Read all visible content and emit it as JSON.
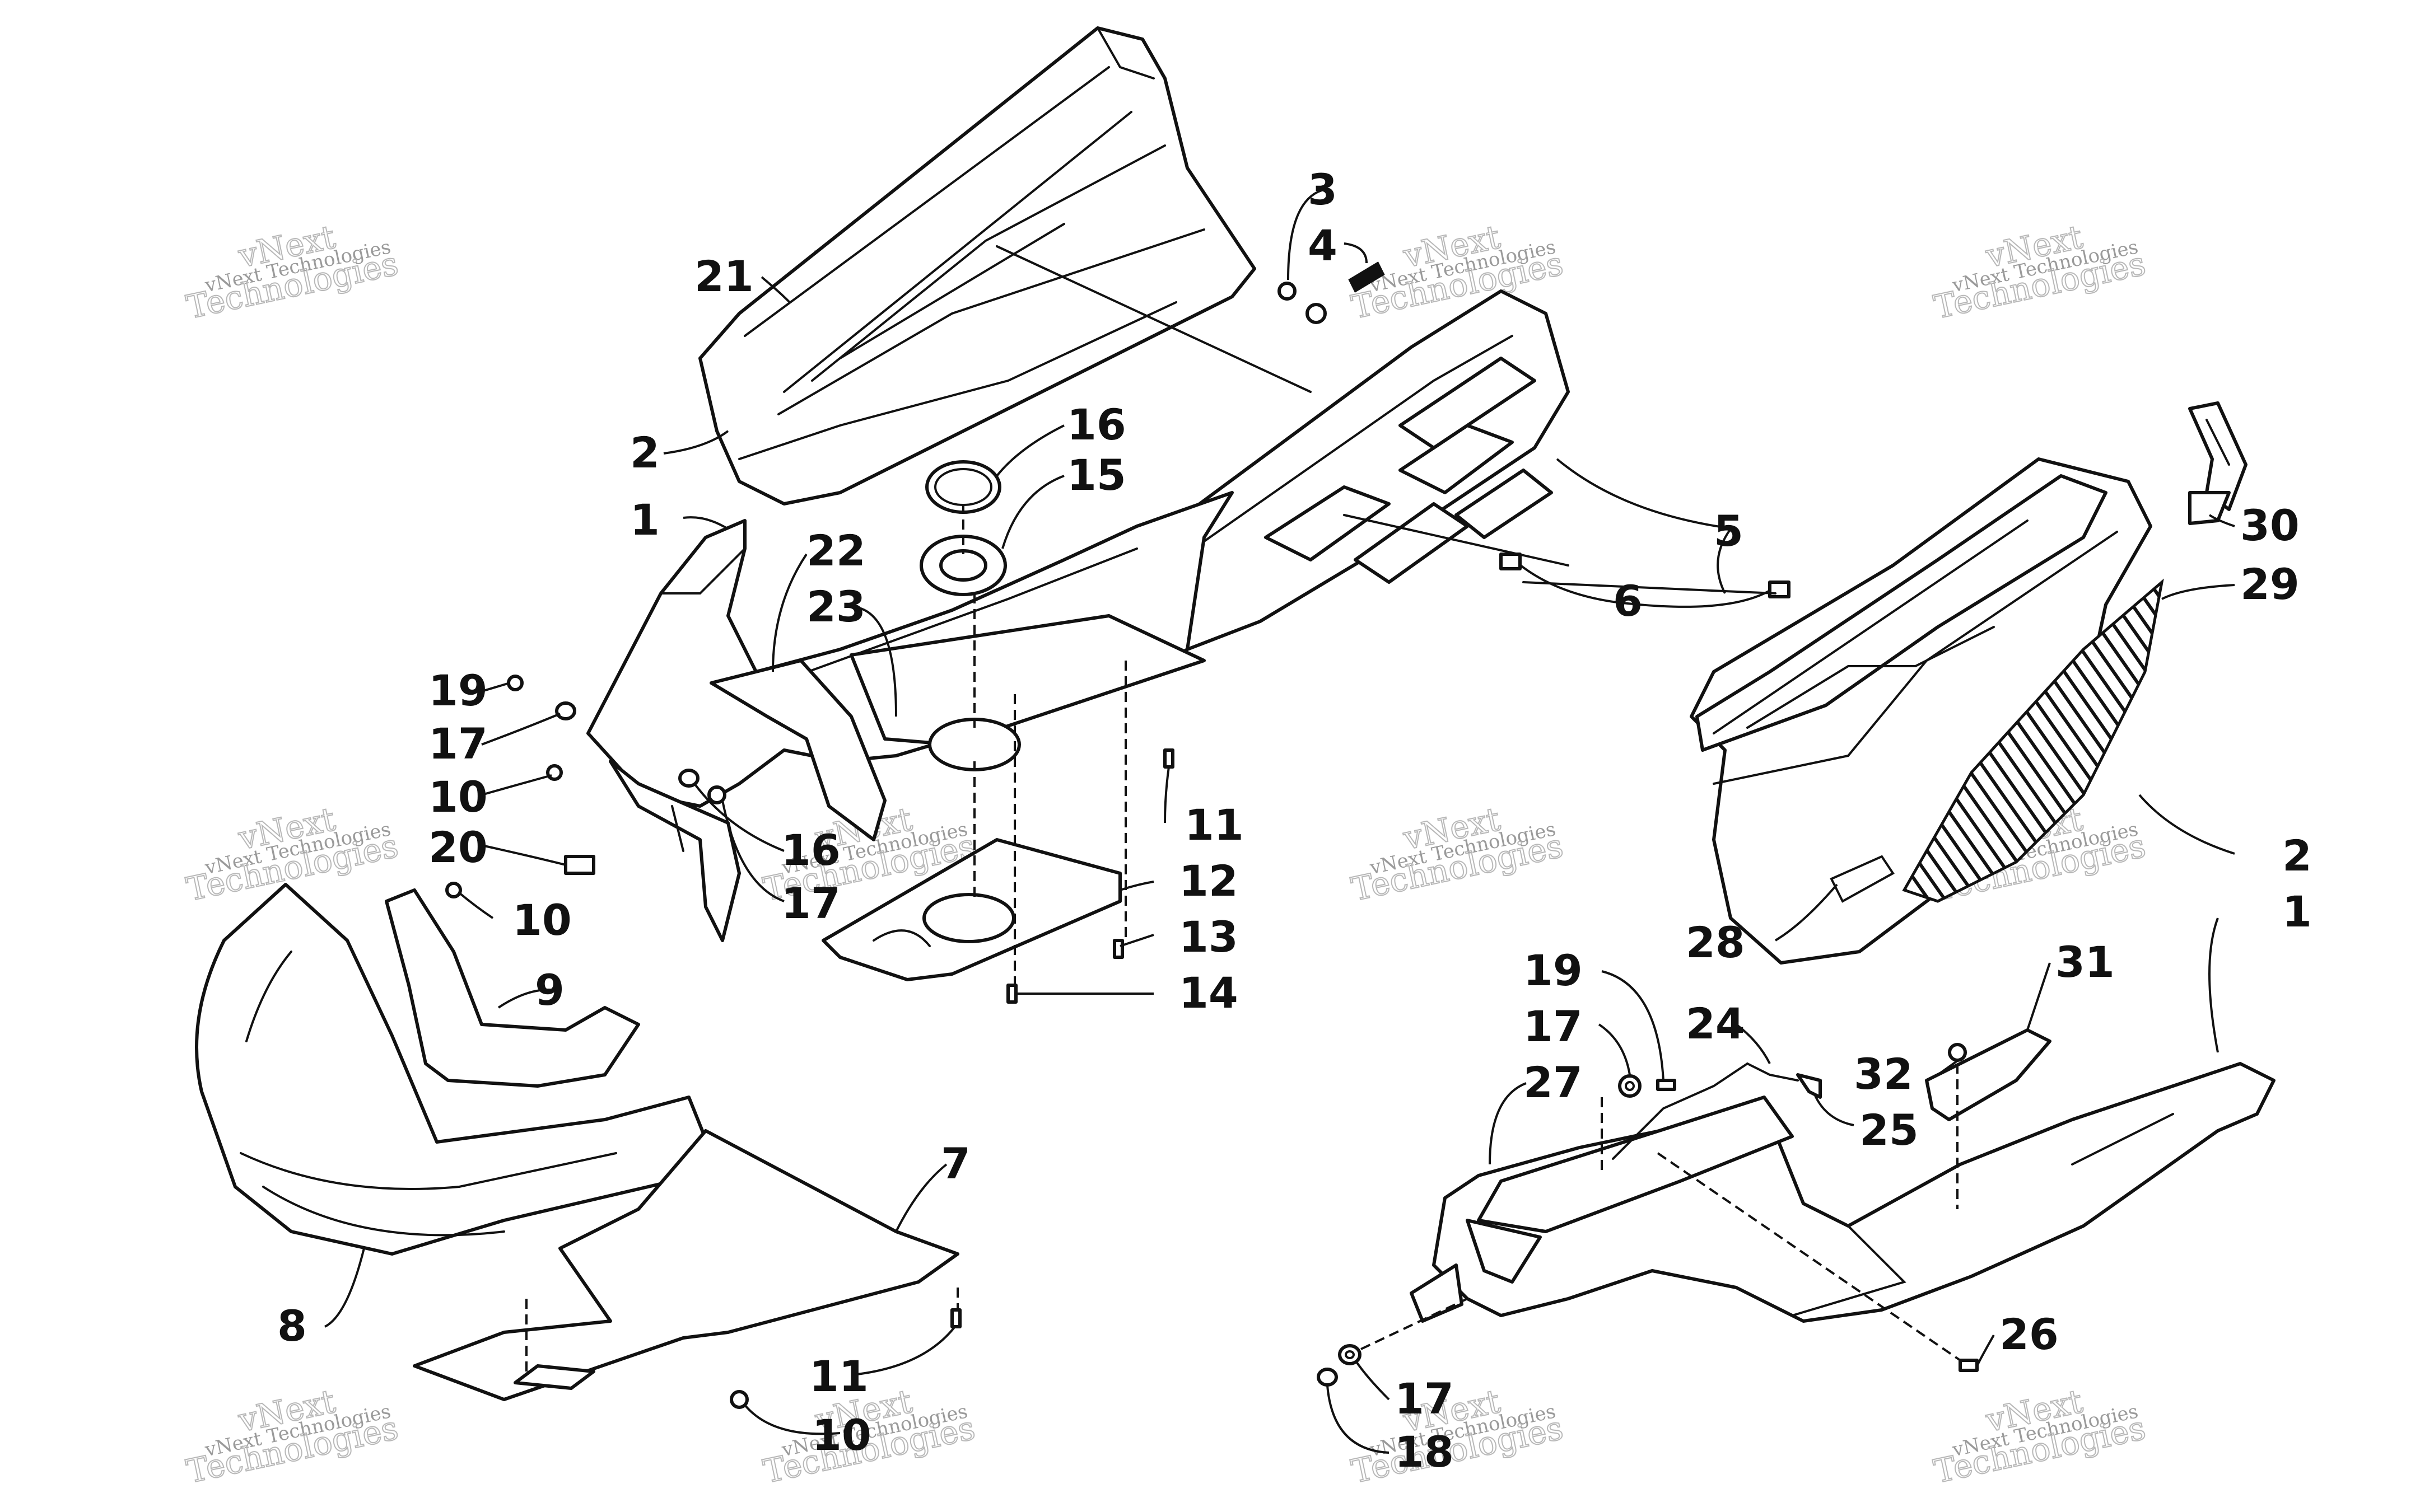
{
  "callouts": [
    {
      "id": "c1a",
      "label": "1"
    },
    {
      "id": "c1b",
      "label": "1"
    },
    {
      "id": "c2a",
      "label": "2"
    },
    {
      "id": "c2b",
      "label": "2"
    },
    {
      "id": "c3",
      "label": "3"
    },
    {
      "id": "c4",
      "label": "4"
    },
    {
      "id": "c5",
      "label": "5"
    },
    {
      "id": "c6",
      "label": "6"
    },
    {
      "id": "c7",
      "label": "7"
    },
    {
      "id": "c8",
      "label": "8"
    },
    {
      "id": "c9",
      "label": "9"
    },
    {
      "id": "c10a",
      "label": "10"
    },
    {
      "id": "c10b",
      "label": "10"
    },
    {
      "id": "c10c",
      "label": "10"
    },
    {
      "id": "c11a",
      "label": "11"
    },
    {
      "id": "c11b",
      "label": "11"
    },
    {
      "id": "c12",
      "label": "12"
    },
    {
      "id": "c13",
      "label": "13"
    },
    {
      "id": "c14",
      "label": "14"
    },
    {
      "id": "c15",
      "label": "15"
    },
    {
      "id": "c16a",
      "label": "16"
    },
    {
      "id": "c16b",
      "label": "16"
    },
    {
      "id": "c17a",
      "label": "17"
    },
    {
      "id": "c17b",
      "label": "17"
    },
    {
      "id": "c17c",
      "label": "17"
    },
    {
      "id": "c17d",
      "label": "17"
    },
    {
      "id": "c18",
      "label": "18"
    },
    {
      "id": "c19a",
      "label": "19"
    },
    {
      "id": "c19b",
      "label": "19"
    },
    {
      "id": "c20",
      "label": "20"
    },
    {
      "id": "c21",
      "label": "21"
    },
    {
      "id": "c22",
      "label": "22"
    },
    {
      "id": "c23",
      "label": "23"
    },
    {
      "id": "c24",
      "label": "24"
    },
    {
      "id": "c25",
      "label": "25"
    },
    {
      "id": "c26",
      "label": "26"
    },
    {
      "id": "c27",
      "label": "27"
    },
    {
      "id": "c28",
      "label": "28"
    },
    {
      "id": "c29",
      "label": "29"
    },
    {
      "id": "c30",
      "label": "30"
    },
    {
      "id": "c31",
      "label": "31"
    },
    {
      "id": "c32",
      "label": "32"
    }
  ],
  "watermark": {
    "line1": "vNext Technologies",
    "line2": "vNext",
    "line3": "Technologies"
  }
}
